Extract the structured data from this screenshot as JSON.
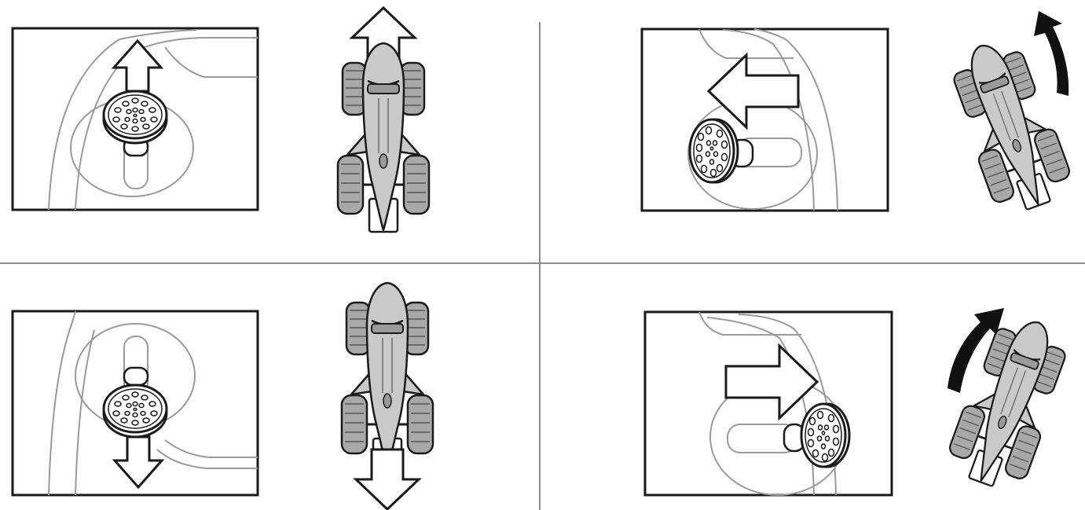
{
  "colors": {
    "outline": "#1a1a1a",
    "divider": "#8c8c8c",
    "controller_line": "#9a9a9a",
    "car_fill": "#c9c9c9",
    "tire_fill": "#a8a8a8",
    "arrow_fill": "#ffffff",
    "turn_arrow_fill": "#111111",
    "background": "#ffffff"
  },
  "panels": [
    {
      "id": "forward",
      "joystick": "up",
      "car_motion": "forward",
      "arrow": "straight-up"
    },
    {
      "id": "turn-left",
      "joystick": "left",
      "car_motion": "rotate-left",
      "arrow": "curved-counter-clockwise"
    },
    {
      "id": "reverse",
      "joystick": "down",
      "car_motion": "backward",
      "arrow": "straight-down"
    },
    {
      "id": "turn-right",
      "joystick": "right",
      "car_motion": "rotate-right",
      "arrow": "curved-clockwise"
    }
  ],
  "icons": {
    "joystick": "joystick-knob-icon",
    "direction_arrow": "direction-arrow-icon",
    "car": "shark-rc-car-icon",
    "turn_arrow": "curved-turn-arrow-icon"
  }
}
